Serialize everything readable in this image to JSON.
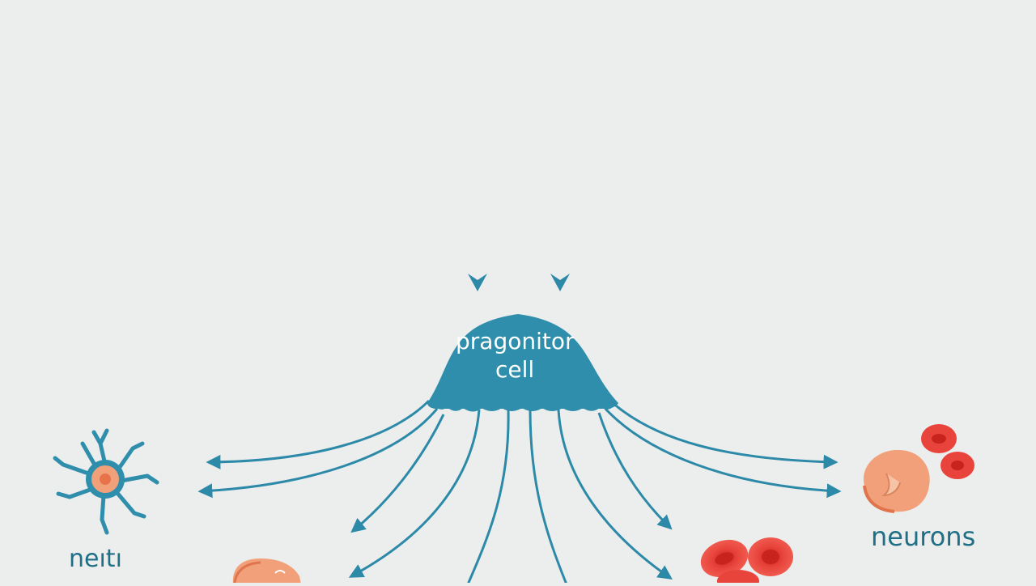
{
  "diagram": {
    "center_cell": {
      "label_line1": "pragonitor",
      "label_line2": "cell"
    },
    "left_cell_label": "neıtı",
    "right_cell_label": "neurons",
    "icons": [
      "glial-cell-icon",
      "orange-cell-icon",
      "red-blood-cell-icon",
      "orange-tissue-cell-icon"
    ],
    "colors": {
      "background": "#eceded",
      "arrow": "#2c8aa8",
      "progenitor": "#2f8eac",
      "label_text": "#1f6f86",
      "red_cell": "#e8443b",
      "orange_cell": "#f2a07a"
    }
  }
}
